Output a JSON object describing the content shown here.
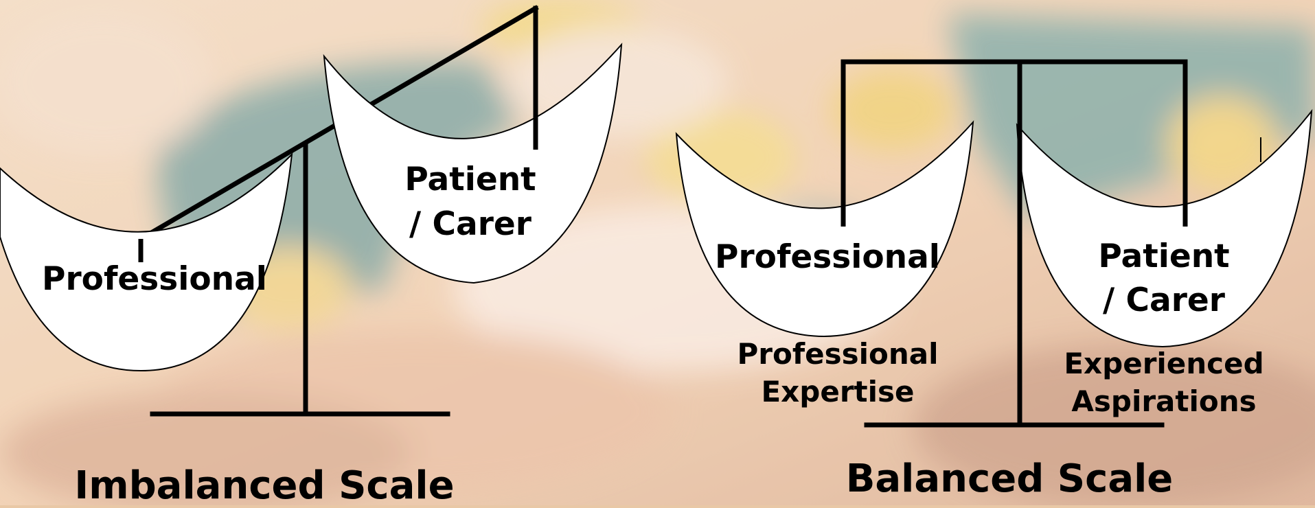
{
  "imbalanced": {
    "title": "Imbalanced Scale",
    "left_pan": "Professional",
    "right_pan_line1": "Patient",
    "right_pan_line2": "/ Carer"
  },
  "balanced": {
    "title": "Balanced Scale",
    "left_pan": "Professional",
    "right_pan_line1": "Patient",
    "right_pan_line2": "/ Carer",
    "left_caption_line1": "Professional",
    "left_caption_line2": "Expertise",
    "right_caption_line1": "Experienced",
    "right_caption_line2": "Aspirations"
  },
  "colors": {
    "pan_fill": "#ffffff",
    "line": "#000000",
    "text": "#000000"
  }
}
